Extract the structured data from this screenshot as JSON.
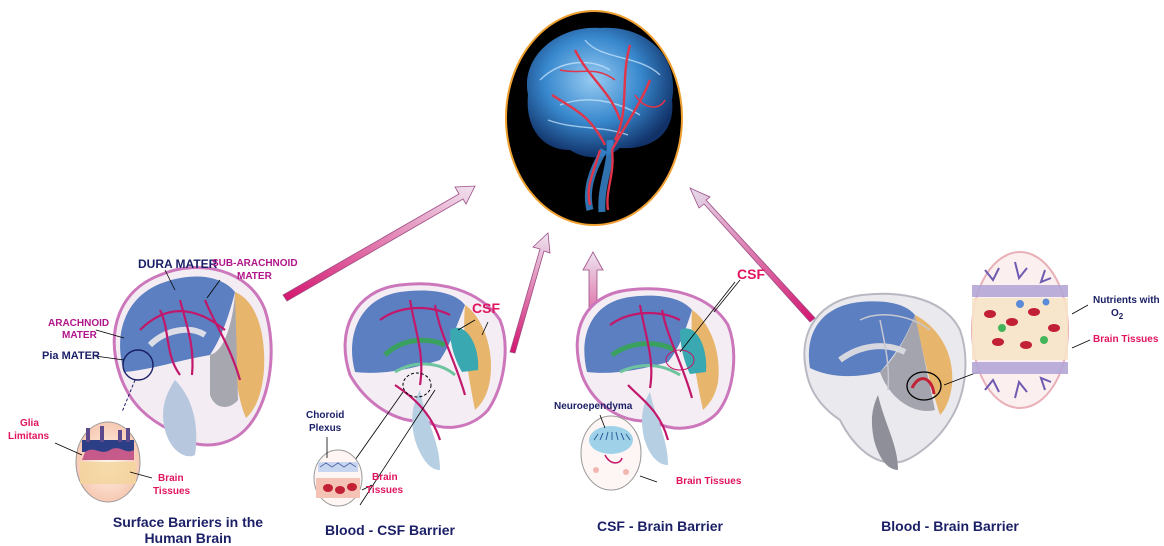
{
  "hero": {
    "image": "brain-vasculature-illustration"
  },
  "panels": [
    {
      "id": "surface",
      "caption_line1": "Surface Barriers in the",
      "caption_line2": "Human Brain",
      "labels": {
        "dura": "DURA MATER",
        "sub_arachnoid_1": "SUB-ARACHNOID",
        "sub_arachnoid_2": "MATER",
        "arachnoid_1": "ARACHNOID",
        "arachnoid_2": "MATER",
        "pia": "Pia MATER",
        "glia_1": "Glia",
        "glia_2": "Limitans",
        "brain_1": "Brain",
        "brain_2": "Tissues"
      }
    },
    {
      "id": "blood-csf",
      "caption_line1": "Blood - CSF Barrier",
      "labels": {
        "csf": "CSF",
        "choroid_1": "Choroid",
        "choroid_2": "Plexus",
        "brain_1": "Brain",
        "brain_2": "Tissues"
      }
    },
    {
      "id": "csf-brain",
      "caption_line1": "CSF - Brain Barrier",
      "labels": {
        "csf": "CSF",
        "neuro": "Neuroependyma",
        "brain": "Brain Tissues"
      }
    },
    {
      "id": "blood-brain",
      "caption_line1": "Blood - Brain Barrier",
      "labels": {
        "nutrients": "Nutrients with",
        "o2_main": "O",
        "o2_sub": "2",
        "brain": "Brain Tissues"
      }
    }
  ],
  "colors": {
    "navy": "#1b1f66",
    "magenta": "#b0158a",
    "pink": "#e0155f",
    "vessel": "#c2186b",
    "cerebrum": "#5b7fc0",
    "occipital": "#e7b56c"
  }
}
